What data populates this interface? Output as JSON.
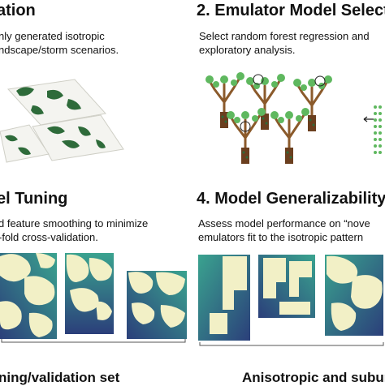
{
  "panels": [
    {
      "heading": "ation",
      "desc_line1": "nly generated isotropic",
      "desc_line2": "ndscape/storm scenarios."
    },
    {
      "heading": "2. Emulator Model Select",
      "desc_line1": "Select random forest regression and",
      "desc_line2": "exploratory analysis."
    },
    {
      "heading": "el Tuning",
      "desc_line1": "d feature smoothing to minimize",
      "desc_line2": "-fold cross-validation.",
      "caption": "ning/validation set"
    },
    {
      "heading": "4. Model Generalizability",
      "desc_line1": "Assess model performance on “nove",
      "desc_line2": "emulators fit to the isotropic pattern",
      "caption": "Anisotropic and suburb"
    }
  ],
  "colors": {
    "forest": "#2e6b3a",
    "sand": "#f2f0c6",
    "deep": "#2b3f7a",
    "teal": "#3aa38f",
    "tree_trunk": "#8b5a2b",
    "leaf": "#5fb85f"
  },
  "icons": [
    "landscape-map-icon",
    "decision-tree-icon",
    "dot-grid-icon",
    "arrow-left-icon"
  ]
}
